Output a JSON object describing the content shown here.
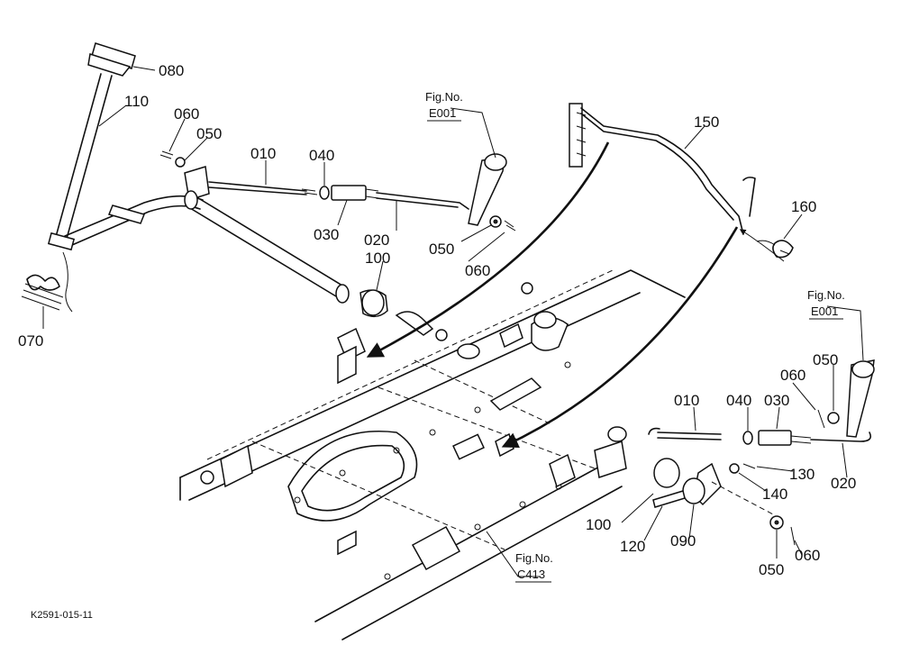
{
  "diagram_code": "K2591-015-11",
  "fig_refs": [
    {
      "label": "Fig.No.",
      "ref": "E001"
    },
    {
      "label": "Fig.No.",
      "ref": "E001"
    },
    {
      "label": "Fig.No.",
      "ref": "C413"
    }
  ],
  "part_labels": [
    "080",
    "110",
    "060",
    "050",
    "010",
    "040",
    "030",
    "020",
    "050",
    "060",
    "100",
    "070",
    "150",
    "160",
    "010",
    "040",
    "030",
    "060",
    "050",
    "020",
    "130",
    "140",
    "100",
    "120",
    "090",
    "050",
    "060"
  ]
}
